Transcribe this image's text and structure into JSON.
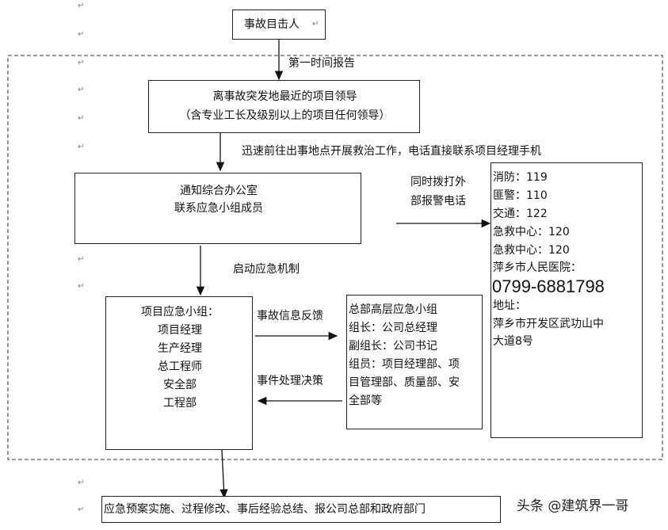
{
  "nodes": {
    "witness": "事故目击人",
    "nearest_leader_line1": "离事故突发地最近的项目领导",
    "nearest_leader_line2": "（含专业工长及级别以上的项目任何领导）",
    "notify_line1": "通知综合办公室",
    "notify_line2": "联系应急小组成员",
    "project_group": [
      "项目应急小组：",
      "项目经理",
      "生产经理",
      "总工程师",
      "安全部",
      "工程部"
    ],
    "hq_group": [
      "总部高层应急小组",
      "组长：公司总经理",
      "副组长：公司书记",
      "组员：项目经理部、项",
      "目管理部、质量部、安",
      "全部等"
    ],
    "final": "应急预案实施、过程修改、事后经验总结、报公司总部和政府部门"
  },
  "edges": {
    "first_report": "第一时间报告",
    "rescue": "迅速前往出事地点开展救治工作，电话直接联系项目经理手机",
    "external_call_line1": "同时拨打外",
    "external_call_line2": "部报警电话",
    "start_mechanism": "启动应急机制",
    "feedback": "事故信息反馈",
    "decision": "事件处理决策"
  },
  "contacts": {
    "lines": [
      "消防：119",
      "匪警：110",
      "交通：122",
      "急救中心：120",
      "急救中心：120",
      "萍乡市人民医院："
    ],
    "hospital_phone": "0799-6881798",
    "address_label": "地址：",
    "address_line1": "萍乡市开发区武功山中",
    "address_line2": "大道8号"
  },
  "watermark": "头条 @建筑界一哥"
}
